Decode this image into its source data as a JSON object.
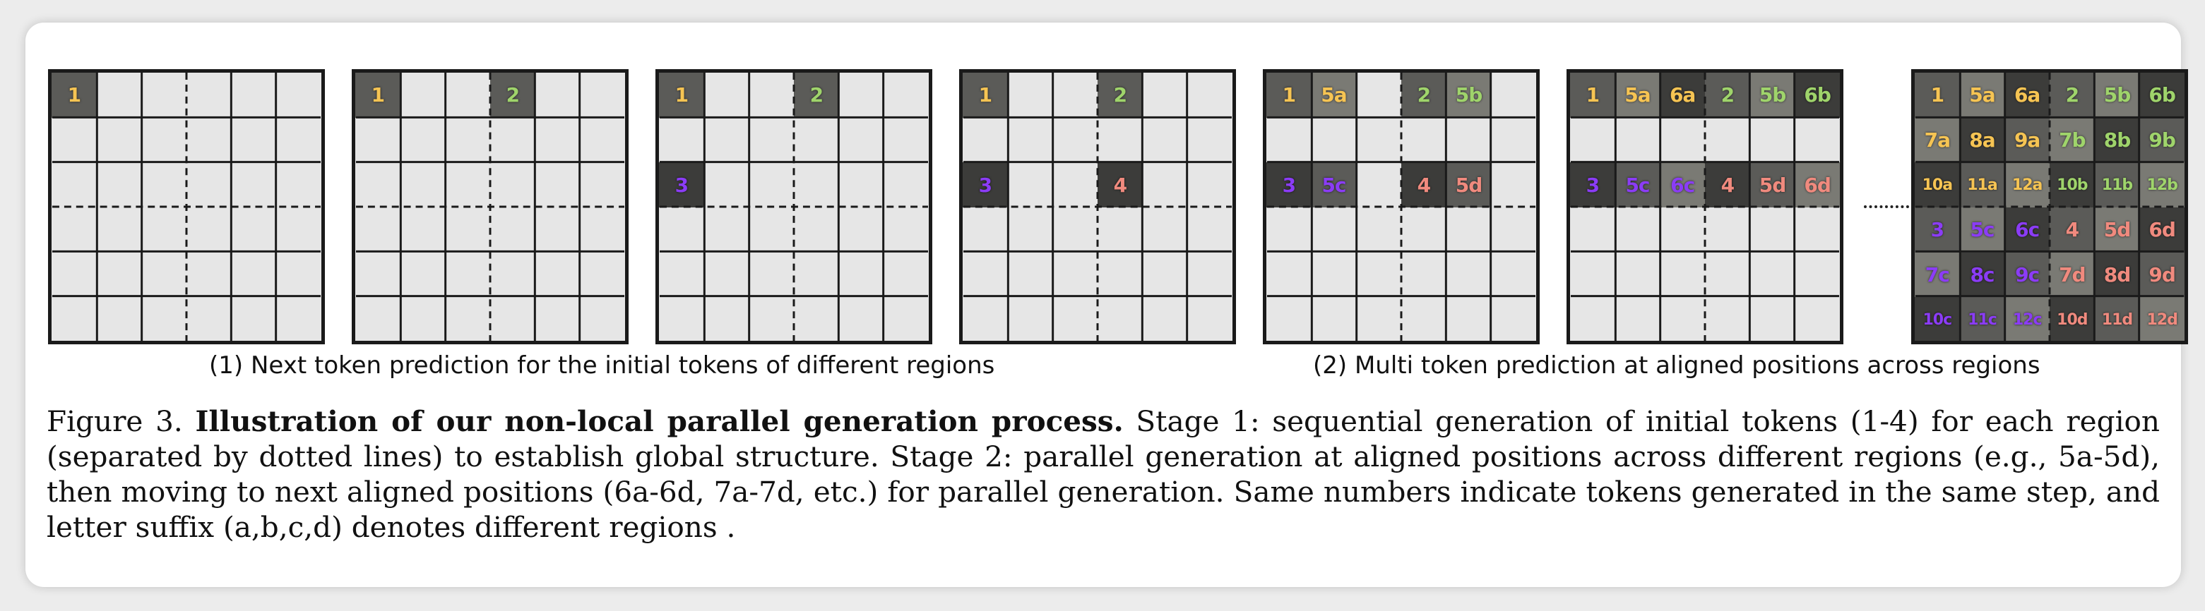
{
  "figure": {
    "panels": [
      [
        "1",
        "",
        "",
        "",
        "",
        "",
        "",
        "",
        "",
        "",
        "",
        "",
        "",
        "",
        "",
        "",
        "",
        "",
        "",
        "",
        "",
        "",
        "",
        "",
        "",
        "",
        "",
        "",
        "",
        "",
        "",
        "",
        "",
        "",
        "",
        ""
      ],
      [
        "1",
        "",
        "",
        "2",
        "",
        "",
        "",
        "",
        "",
        "",
        "",
        "",
        "",
        "",
        "",
        "",
        "",
        "",
        "",
        "",
        "",
        "",
        "",
        "",
        "",
        "",
        "",
        "",
        "",
        "",
        "",
        "",
        "",
        "",
        "",
        ""
      ],
      [
        "1",
        "",
        "",
        "2",
        "",
        "",
        "",
        "",
        "",
        "",
        "",
        "",
        "3",
        "",
        "",
        "",
        "",
        "",
        "",
        "",
        "",
        "",
        "",
        "",
        "",
        "",
        "",
        "",
        "",
        "",
        "",
        "",
        "",
        "",
        "",
        ""
      ],
      [
        "1",
        "",
        "",
        "2",
        "",
        "",
        "",
        "",
        "",
        "",
        "",
        "",
        "3",
        "",
        "",
        "4",
        "",
        "",
        "",
        "",
        "",
        "",
        "",
        "",
        "",
        "",
        "",
        "",
        "",
        "",
        "",
        "",
        "",
        "",
        "",
        ""
      ],
      [
        "1",
        "5a",
        "",
        "2",
        "5b",
        "",
        "",
        "",
        "",
        "",
        "",
        "",
        "3",
        "5c",
        "",
        "4",
        "5d",
        "",
        "",
        "",
        "",
        "",
        "",
        "",
        "",
        "",
        "",
        "",
        "",
        "",
        "",
        "",
        "",
        "",
        "",
        ""
      ],
      [
        "1",
        "5a",
        "6a",
        "2",
        "5b",
        "6b",
        "",
        "",
        "",
        "",
        "",
        "",
        "3",
        "5c",
        "6c",
        "4",
        "5d",
        "6d",
        "",
        "",
        "",
        "",
        "",
        "",
        "",
        "",
        "",
        "",
        "",
        "",
        "",
        "",
        "",
        "",
        "",
        ""
      ],
      [
        "1",
        "5a",
        "6a",
        "2",
        "5b",
        "6b",
        "7a",
        "8a",
        "9a",
        "7b",
        "8b",
        "9b",
        "10a",
        "11a",
        "12a",
        "10b",
        "11b",
        "12b",
        "3",
        "5c",
        "6c",
        "4",
        "5d",
        "6d",
        "7c",
        "8c",
        "9c",
        "7d",
        "8d",
        "9d",
        "10c",
        "11c",
        "12c",
        "10d",
        "11d",
        "12d"
      ]
    ],
    "region_colors": {
      "a": "#f6c453",
      "b": "#9fd46b",
      "c": "#8b3cf6",
      "d": "#f08a7e"
    },
    "subcaption_1": "(1) Next token prediction for the initial tokens of different regions",
    "subcaption_2": "(2) Multi token prediction at aligned positions across regions",
    "caption_label": "Figure 3.",
    "caption_title": "Illustration of our non-local parallel generation process.",
    "caption_body": " Stage 1: sequential generation of initial tokens (1-4) for each region (separated by dotted lines) to establish global structure.  Stage 2: parallel generation at aligned positions across different regions (e.g., 5a-5d), then moving to next aligned positions (6a-6d, 7a-7d, etc.) for parallel generation. Same numbers indicate tokens generated in the same step, and letter suffix (a,b,c,d) denotes different regions ."
  }
}
